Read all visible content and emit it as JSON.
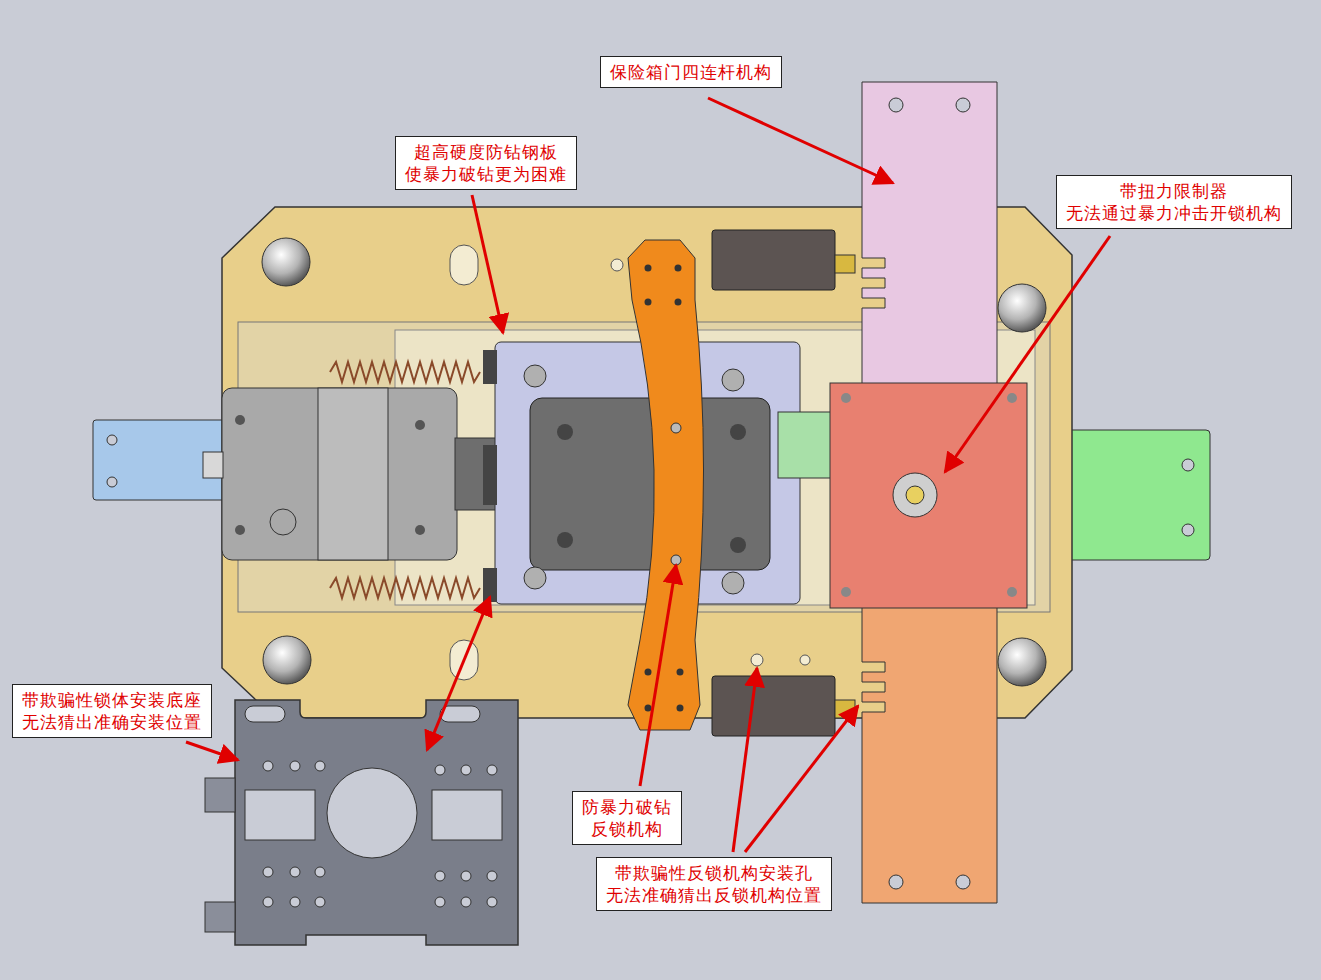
{
  "diagram": {
    "nodes": [
      {
        "text": [
          "保险箱门四连杆机构"
        ]
      },
      {
        "text": [
          "超高硬度防钻钢板 使暴力破钻更为困难"
        ]
      },
      {
        "text": [
          "带扭力限制器 无法通过暴力冲击开锁机构"
        ]
      },
      {
        "text": [
          "带欺骗性锁体安装底座 无法猜出准确安装位置"
        ]
      },
      {
        "text": [
          "防暴力破钻 反锁机构"
        ]
      },
      {
        "text": [
          "带欺骗性反锁机构安装孔 无法准确猜出反锁机构位置"
        ]
      }
    ]
  }
}
